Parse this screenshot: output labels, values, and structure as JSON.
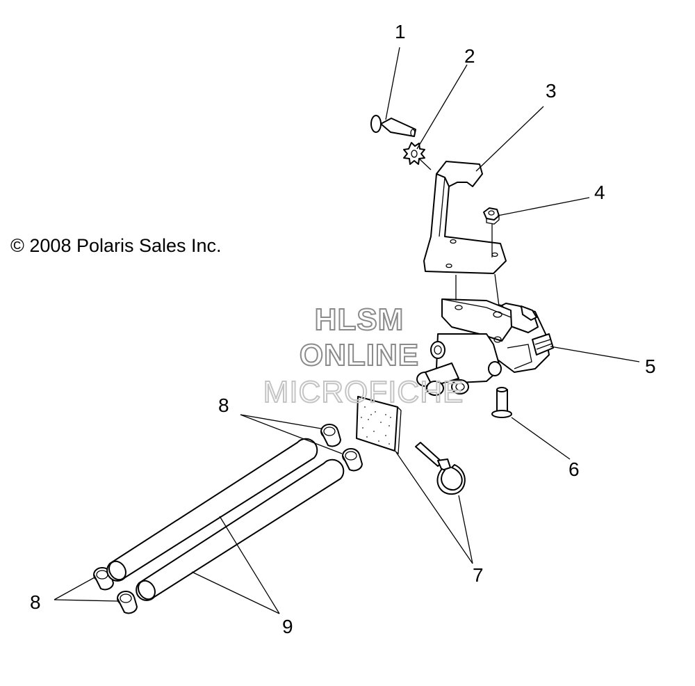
{
  "copyright": "© 2008 Polaris Sales Inc.",
  "watermark": [
    "HLSM",
    "ONLINE",
    "MICROFICHE"
  ],
  "callouts": [
    {
      "id": "1",
      "label": "1"
    },
    {
      "id": "2",
      "label": "2"
    },
    {
      "id": "3",
      "label": "3"
    },
    {
      "id": "4",
      "label": "4"
    },
    {
      "id": "5",
      "label": "5"
    },
    {
      "id": "6",
      "label": "6"
    },
    {
      "id": "7",
      "label": "7"
    },
    {
      "id": "8a",
      "label": "8"
    },
    {
      "id": "8b",
      "label": "8"
    },
    {
      "id": "9",
      "label": "9"
    }
  ]
}
